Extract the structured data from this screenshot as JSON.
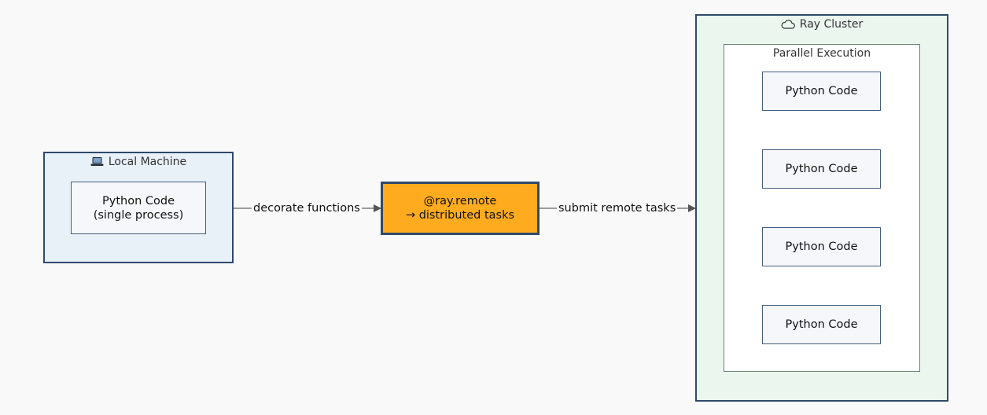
{
  "local_group": {
    "icon": "laptop-icon",
    "title": "Local Machine",
    "node": {
      "line1": "Python Code",
      "line2": "(single process)"
    }
  },
  "remote_node": {
    "line1": "@ray.remote",
    "line2": "→ distributed tasks"
  },
  "edges": {
    "decorate": "decorate functions",
    "submit": "submit remote tasks"
  },
  "cluster_group": {
    "icon": "cloud-icon",
    "title": "Ray Cluster",
    "parallel_title": "Parallel Execution",
    "workers": [
      "Python Code",
      "Python Code",
      "Python Code",
      "Python Code"
    ]
  },
  "colors": {
    "local_fill": "#e8f0f8",
    "cluster_fill": "#eaf6ee",
    "remote_fill": "#ffab1f",
    "border": "#2f4a6b"
  }
}
